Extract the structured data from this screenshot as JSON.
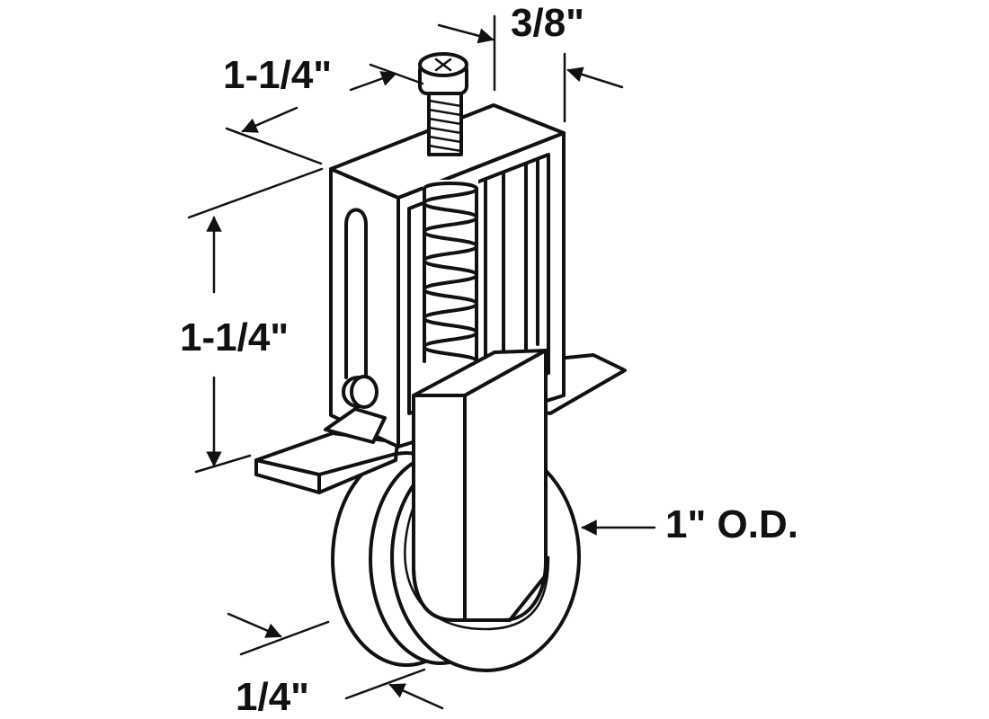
{
  "dimensions": {
    "width_label": "1-1/4\"",
    "depth_label": "3/8\"",
    "height_label": "1-1/4\"",
    "wheel_od_label": "1\" O.D.",
    "wheel_width_label": "1/4\""
  }
}
